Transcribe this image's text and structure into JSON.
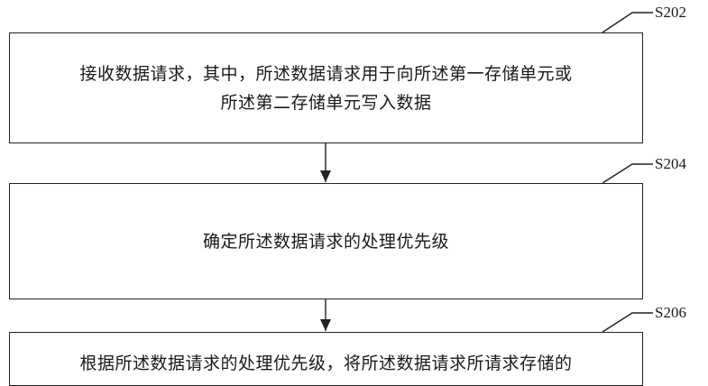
{
  "flowchart": {
    "steps": [
      {
        "label": "S202",
        "text_line1": "接收数据请求，其中，所述数据请求用于向所述第一存储单元或",
        "text_line2": "所述第二存储单元写入数据"
      },
      {
        "label": "S204",
        "text_line1": "确定所述数据请求的处理优先级"
      },
      {
        "label": "S206",
        "text_line1": "根据所述数据请求的处理优先级，将所述数据请求所请求存储的"
      }
    ]
  }
}
